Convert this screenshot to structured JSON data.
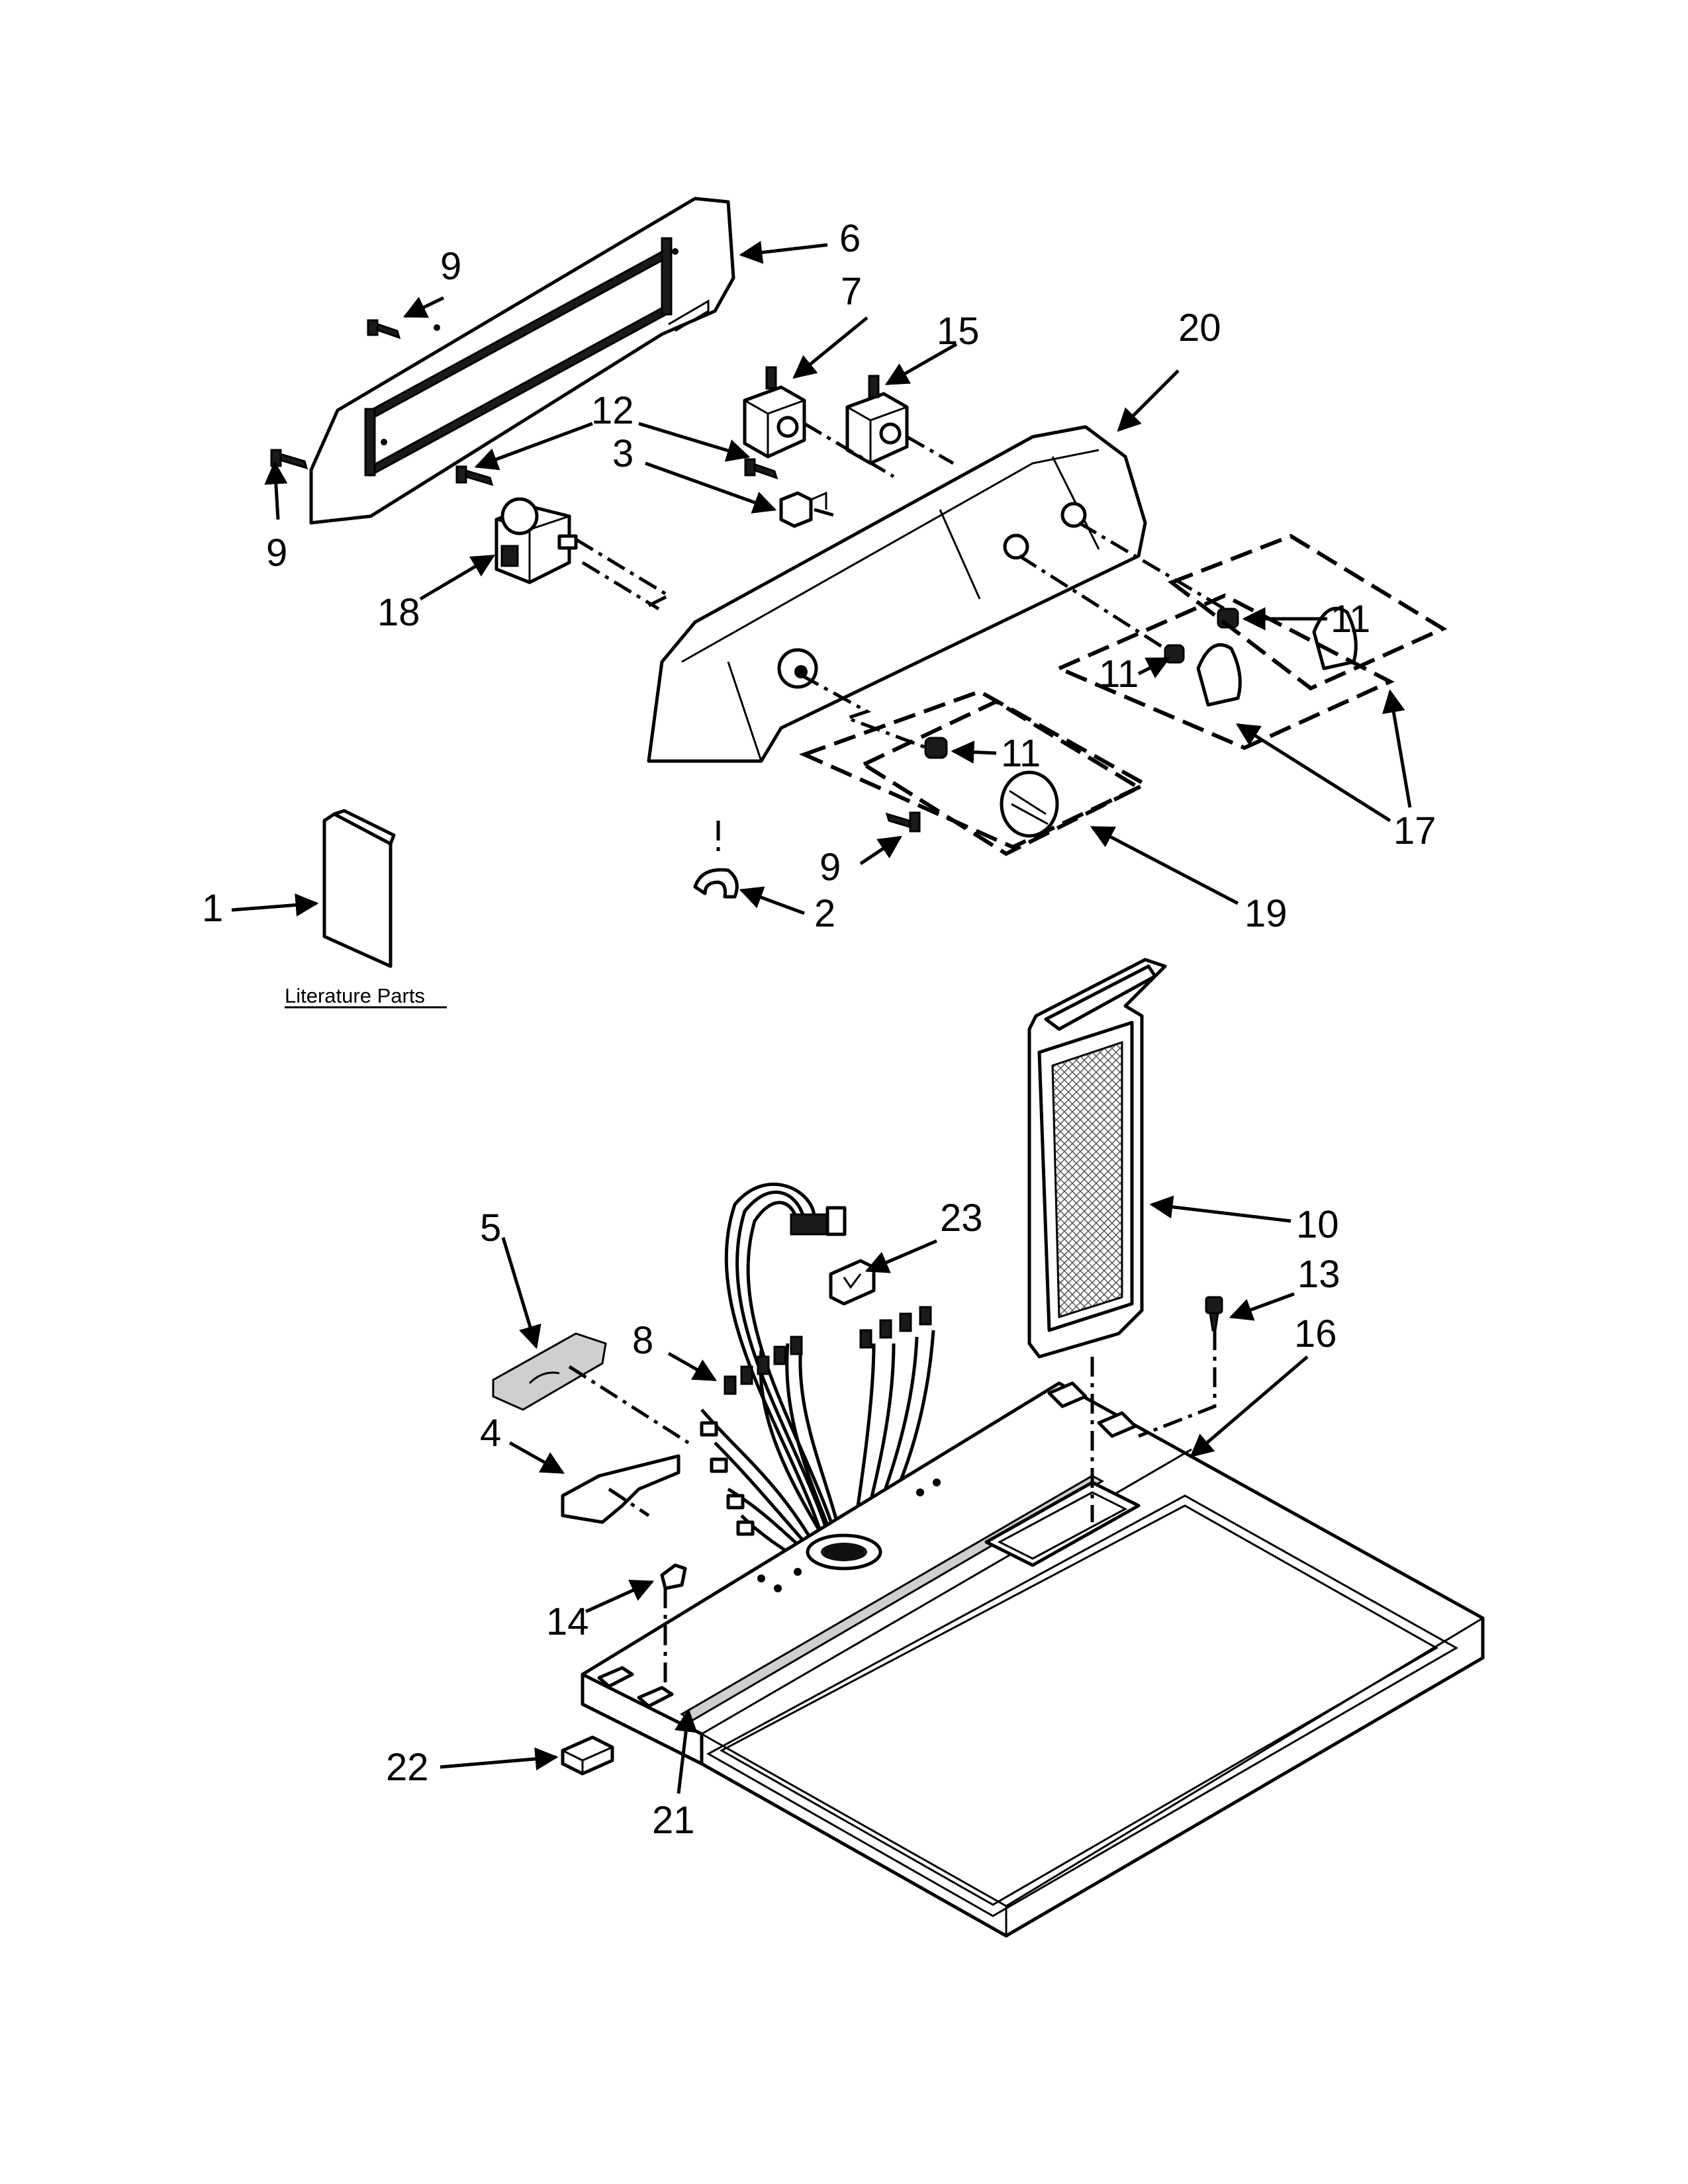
{
  "diagram": {
    "literature_caption": "Literature Parts",
    "callouts": [
      {
        "id": "c1",
        "text": "1"
      },
      {
        "id": "c2",
        "text": "2"
      },
      {
        "id": "c3",
        "text": "3"
      },
      {
        "id": "c4",
        "text": "4"
      },
      {
        "id": "c5",
        "text": "5"
      },
      {
        "id": "c6",
        "text": "6"
      },
      {
        "id": "c7",
        "text": "7"
      },
      {
        "id": "c8",
        "text": "8"
      },
      {
        "id": "c9a",
        "text": "9"
      },
      {
        "id": "c9b",
        "text": "9"
      },
      {
        "id": "c9c",
        "text": "9"
      },
      {
        "id": "c10",
        "text": "10"
      },
      {
        "id": "c11a",
        "text": "11"
      },
      {
        "id": "c11b",
        "text": "11"
      },
      {
        "id": "c11c",
        "text": "11"
      },
      {
        "id": "c12",
        "text": "12"
      },
      {
        "id": "c13",
        "text": "13"
      },
      {
        "id": "c14",
        "text": "14"
      },
      {
        "id": "c15",
        "text": "15"
      },
      {
        "id": "c16",
        "text": "16"
      },
      {
        "id": "c17",
        "text": "17"
      },
      {
        "id": "c18",
        "text": "18"
      },
      {
        "id": "c19",
        "text": "19"
      },
      {
        "id": "c20",
        "text": "20"
      },
      {
        "id": "c21",
        "text": "21"
      },
      {
        "id": "c22",
        "text": "22"
      },
      {
        "id": "c23",
        "text": "23"
      }
    ]
  }
}
